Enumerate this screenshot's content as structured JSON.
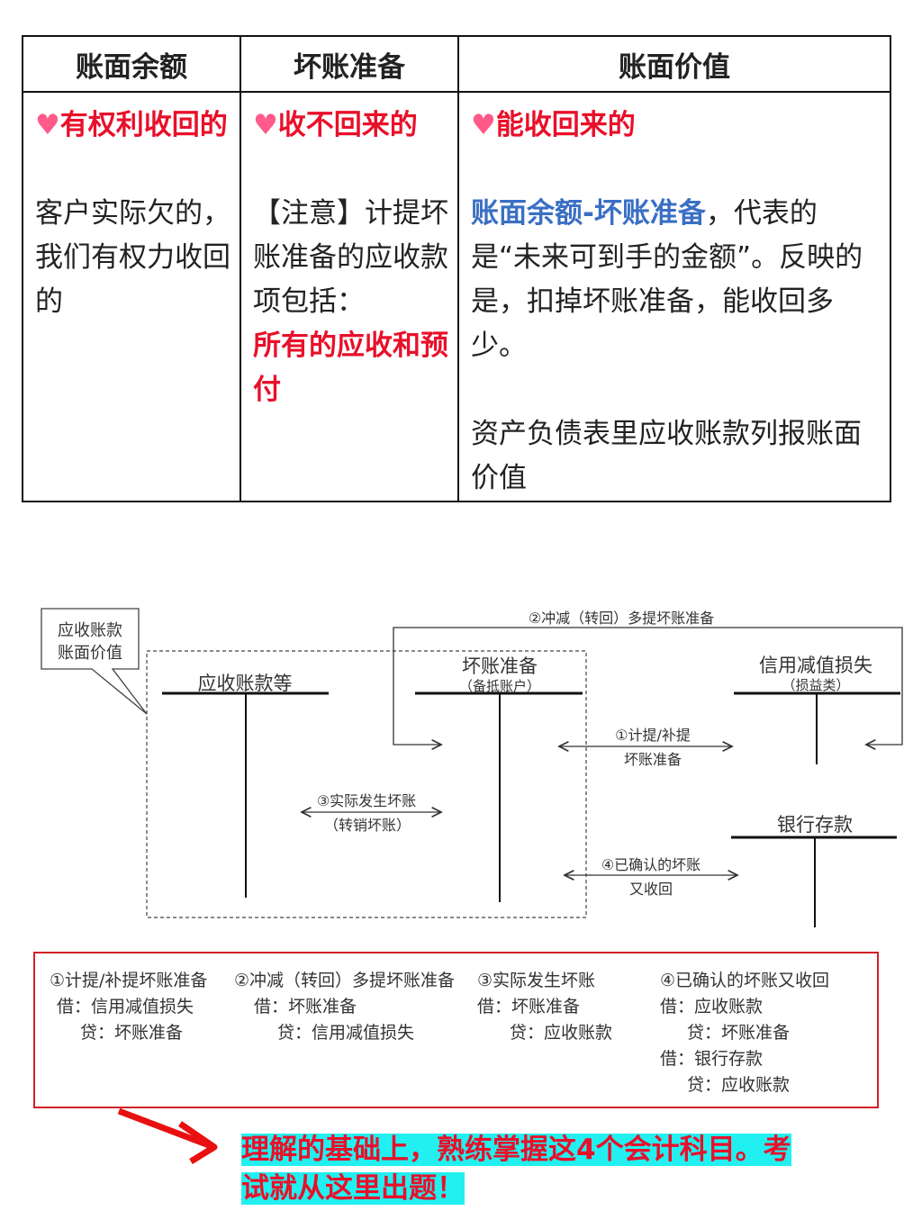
{
  "table": {
    "headers": [
      "账面余额",
      "坏账准备",
      "账面价值"
    ],
    "col1": {
      "heart": "♥",
      "title": "有权利收回的",
      "body": "客户实际欠的，我们有权力收回的"
    },
    "col2": {
      "heart": "♥",
      "title": "收不回来的",
      "note": "【注意】计提坏账准备的应收款项包括：",
      "highlight": "所有的应收和预付"
    },
    "col3": {
      "heart": "♥",
      "title": "能收回来的",
      "formula": "账面余额-坏账准备",
      "body": "，代表的是“未来可到手的金额”。反映的是，扣掉坏账准备，能收回多少。",
      "body2": "资产负债表里应收账款列报账面价值"
    }
  },
  "diagram": {
    "callout": [
      "应收账款",
      "账面价值"
    ],
    "accounts": {
      "receivable": "应收账款等",
      "allowance": "坏账准备",
      "allowance_sub": "（备抵账户）",
      "credit_loss": "信用减值损失",
      "credit_loss_sub": "（损益类）",
      "bank": "银行存款"
    },
    "arrow1": [
      "①计提/补提",
      "坏账准备"
    ],
    "arrow2": "②冲减（转回）多提坏账准备",
    "arrow3": [
      "③实际发生坏账",
      "（转销坏账）"
    ],
    "arrow4": [
      "④已确认的坏账",
      "又收回"
    ]
  },
  "journal": [
    {
      "title": "①计提/补提坏账准备",
      "lines": [
        "借：信用减值损失",
        "贷：坏账准备"
      ]
    },
    {
      "title": "②冲减（转回）多提坏账准备",
      "lines": [
        "借：坏账准备",
        "贷：信用减值损失"
      ]
    },
    {
      "title": "③实际发生坏账",
      "lines": [
        "借：坏账准备",
        "贷：应收账款"
      ]
    },
    {
      "title": "④已确认的坏账又收回",
      "lines": [
        "借：应收账款",
        "贷：坏账准备",
        "借：银行存款",
        "贷：应收账款"
      ]
    }
  ],
  "highlight": {
    "line1": "理解的基础上，熟练掌握这4个会计科目。考",
    "line2": "试就从这里出题！"
  }
}
